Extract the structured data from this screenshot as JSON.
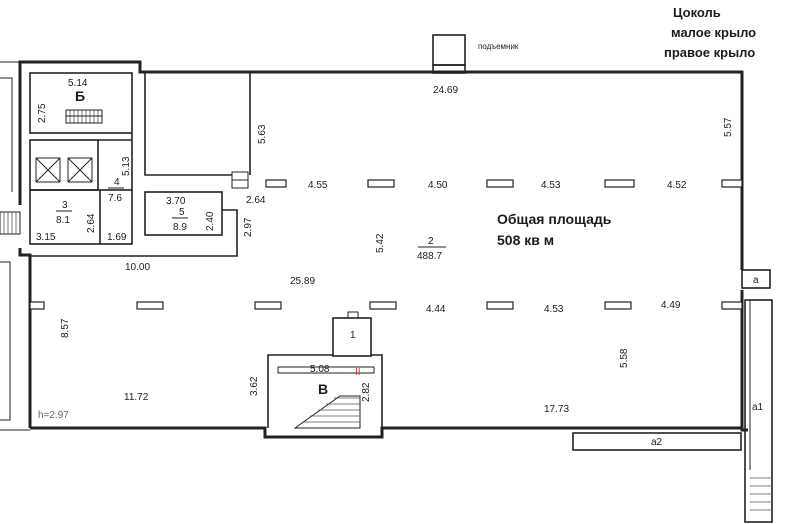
{
  "header": {
    "line1": "Цоколь",
    "line2": "малое крыло",
    "line3": "правое крыло"
  },
  "summary": {
    "label": "Общая площадь",
    "value": "508 кв м"
  },
  "elevator_label": "подъемник",
  "height_note": "h=2.97",
  "rooms": {
    "r1": "1",
    "r2_num": "2",
    "r2_area": "488.7",
    "r3_num": "3",
    "r3_area": "8.1",
    "r4_num": "4",
    "r4_area": "7.6",
    "r5_num": "5",
    "r5_area": "8.9",
    "stair_b": "Б",
    "stair_v": "В",
    "a": "а",
    "a1": "а1",
    "a2": "а2",
    "mark_ii": "II"
  },
  "dimensions": {
    "d_24_69": "24.69",
    "d_5_14": "5.14",
    "d_2_75": "2.75",
    "d_5_13": "5.13",
    "d_5_63": "5.63",
    "d_5_57": "5.57",
    "d_4_55": "4.55",
    "d_4_50": "4.50",
    "d_4_53_top": "4.53",
    "d_4_52": "4.52",
    "d_2_64_top": "2.64",
    "d_3_70": "3.70",
    "d_2_40": "2.40",
    "d_2_64_left": "2.64",
    "d_3_15": "3.15",
    "d_1_69": "1.69",
    "d_2_97": "2.97",
    "d_5_42": "5.42",
    "d_10_00": "10.00",
    "d_25_89": "25.89",
    "d_8_57": "8.57",
    "d_4_44": "4.44",
    "d_4_53_bot": "4.53",
    "d_4_49": "4.49",
    "d_5_08": "5.08",
    "d_5_58": "5.58",
    "d_3_62": "3.62",
    "d_2_82": "2.82",
    "d_11_72": "11.72",
    "d_17_73": "17.73"
  }
}
